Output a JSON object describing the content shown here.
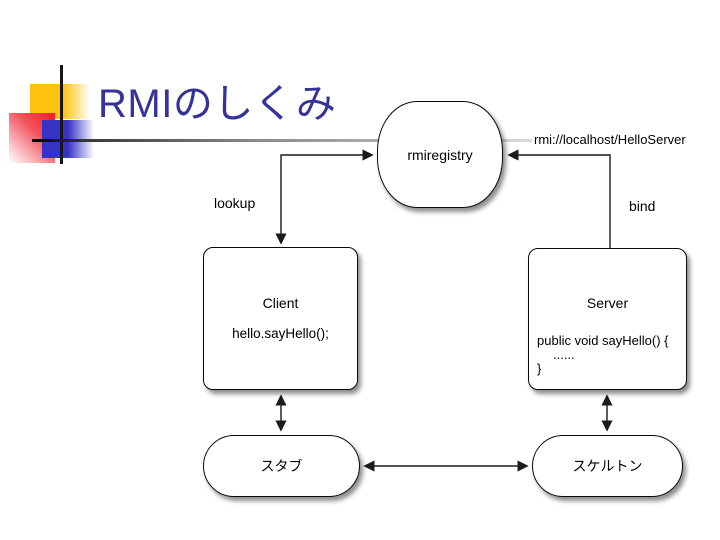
{
  "slide": {
    "title": "RMIのしくみ"
  },
  "diagram": {
    "registry_label": "rmiregistry",
    "url_label": "rmi://localhost/HelloServer",
    "lookup_label": "lookup",
    "bind_label": "bind",
    "client_title": "Client",
    "client_code": "hello.sayHello();",
    "server_title": "Server",
    "server_code_line1": "public void sayHello() {",
    "server_code_line2": "......",
    "server_code_line3": "}",
    "stub_label": "スタブ",
    "skeleton_label": "スケルトン"
  },
  "colors": {
    "title_text": "#333399",
    "accent_yellow": "#fdc20e",
    "accent_red": "#ee1c25",
    "accent_blue": "#3634c4",
    "line": "#1b1b1b"
  }
}
